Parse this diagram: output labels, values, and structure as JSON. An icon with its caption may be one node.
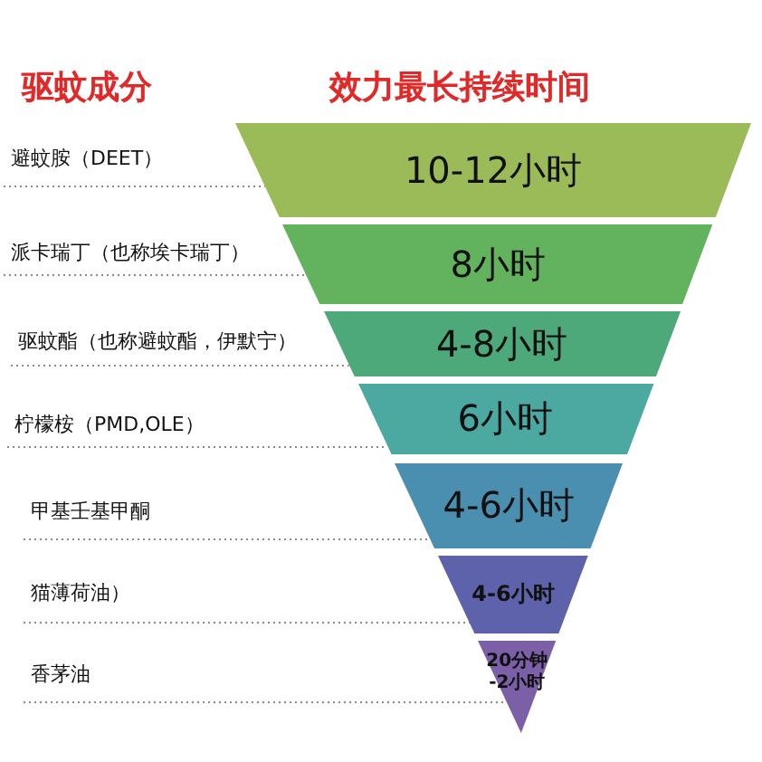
{
  "diagram": {
    "nodes": [
      {
        "text": [
          "10-12小时"
        ]
      },
      {
        "text": [
          "8小时"
        ]
      },
      {
        "text": [
          "4-8小时"
        ]
      },
      {
        "text": [
          "6小时"
        ]
      },
      {
        "text": [
          "4-6小时"
        ]
      },
      {
        "text": [
          "4-6小时"
        ]
      },
      {
        "text": [
          "20分钟",
          "-2小时"
        ]
      },
      {
        "text": [
          "避蚊胺（DEET）"
        ]
      },
      {
        "text": [
          "派卡瑞丁（也称埃卡瑞丁）"
        ]
      },
      {
        "text": [
          "驱蚊酯（也称避蚊酯，伊默宁）"
        ]
      },
      {
        "text": [
          "柠檬桉（PMD,OLE）"
        ]
      },
      {
        "text": [
          "甲基壬基甲酮"
        ]
      },
      {
        "text": [
          "猫薄荷油）"
        ]
      },
      {
        "text": [
          "香茅油"
        ]
      }
    ],
    "edges": [
      {
        "from": 7,
        "to": 0,
        "arrow": "none",
        "style": "dashed"
      },
      {
        "from": 8,
        "to": 1,
        "arrow": "none",
        "style": "dashed"
      },
      {
        "from": 9,
        "to": 2,
        "arrow": "none",
        "style": "dashed"
      },
      {
        "from": 10,
        "to": 3,
        "arrow": "none",
        "style": "dashed"
      },
      {
        "from": 11,
        "to": 4,
        "arrow": "none",
        "style": "dashed"
      },
      {
        "from": 12,
        "to": 5,
        "arrow": "none",
        "style": "dashed"
      },
      {
        "from": 13,
        "to": 6,
        "arrow": "none",
        "style": "dashed"
      }
    ],
    "labels": [
      "驱蚊成分",
      "效力最长持续时间"
    ]
  }
}
